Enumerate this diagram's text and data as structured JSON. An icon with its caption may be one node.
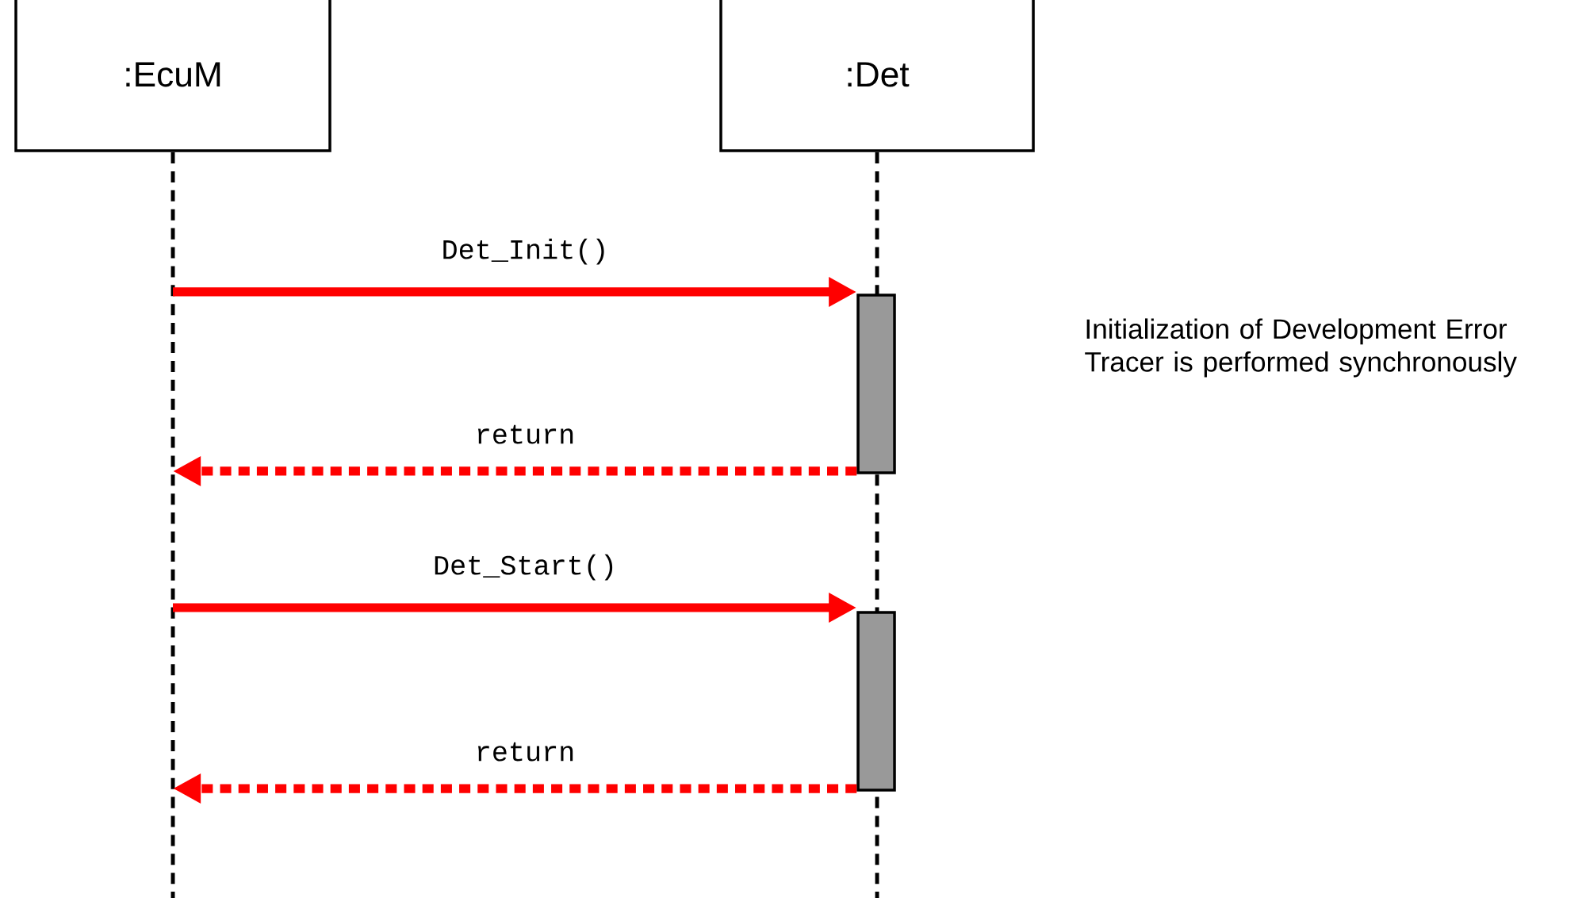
{
  "diagram": {
    "nodes": [
      {
        "text": [
          ":EcuM"
        ]
      },
      {
        "text": [
          ":Det"
        ]
      },
      {
        "text": [],
        "shape": "line"
      },
      {
        "text": [],
        "shape": "line"
      },
      {
        "text": [],
        "shape": "bar"
      },
      {
        "text": [],
        "shape": "bar"
      }
    ],
    "edges": [
      {
        "from": 2,
        "to": 4,
        "arrow": "to",
        "label": "Det_Init()"
      },
      {
        "from": 4,
        "to": 2,
        "arrow": "to",
        "label": "return",
        "style": "dashed"
      },
      {
        "from": 2,
        "to": 5,
        "arrow": "to",
        "label": "Det_Start()"
      },
      {
        "from": 5,
        "to": 2,
        "arrow": "to",
        "label": "return",
        "style": "dashed"
      }
    ],
    "labels": [
      "Initialization of Development Error Tracer is performed synchronously"
    ]
  }
}
